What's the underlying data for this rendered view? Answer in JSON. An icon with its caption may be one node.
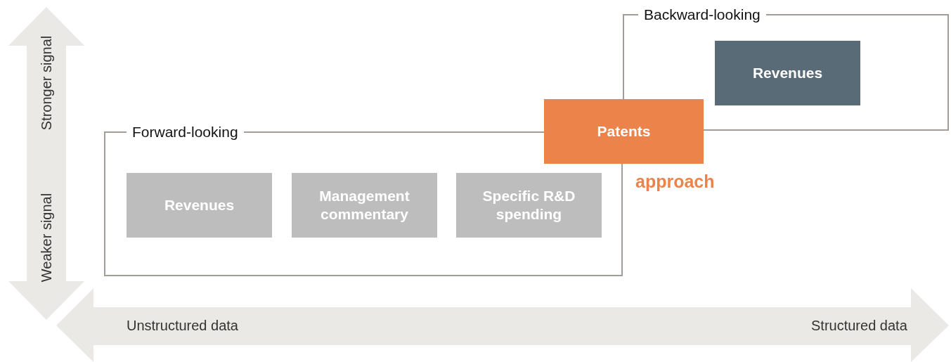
{
  "diagram": {
    "nodes": [
      {
        "text": [
          "Forward-looking"
        ]
      },
      {
        "text": [
          "Revenues"
        ],
        "in": 0
      },
      {
        "text": [
          "Management commentary"
        ],
        "in": 0
      },
      {
        "text": [
          "Specific R&D spending"
        ],
        "in": 0
      },
      {
        "text": [
          "Backward-looking"
        ]
      },
      {
        "text": [
          "Revenues"
        ],
        "in": 4
      },
      {
        "text": [
          "Patents"
        ],
        "beside": [
          "approach"
        ]
      }
    ],
    "edges": [],
    "labels": [
      "Stronger signal",
      "Weaker signal",
      "Unstructured data",
      "Structured data"
    ]
  }
}
